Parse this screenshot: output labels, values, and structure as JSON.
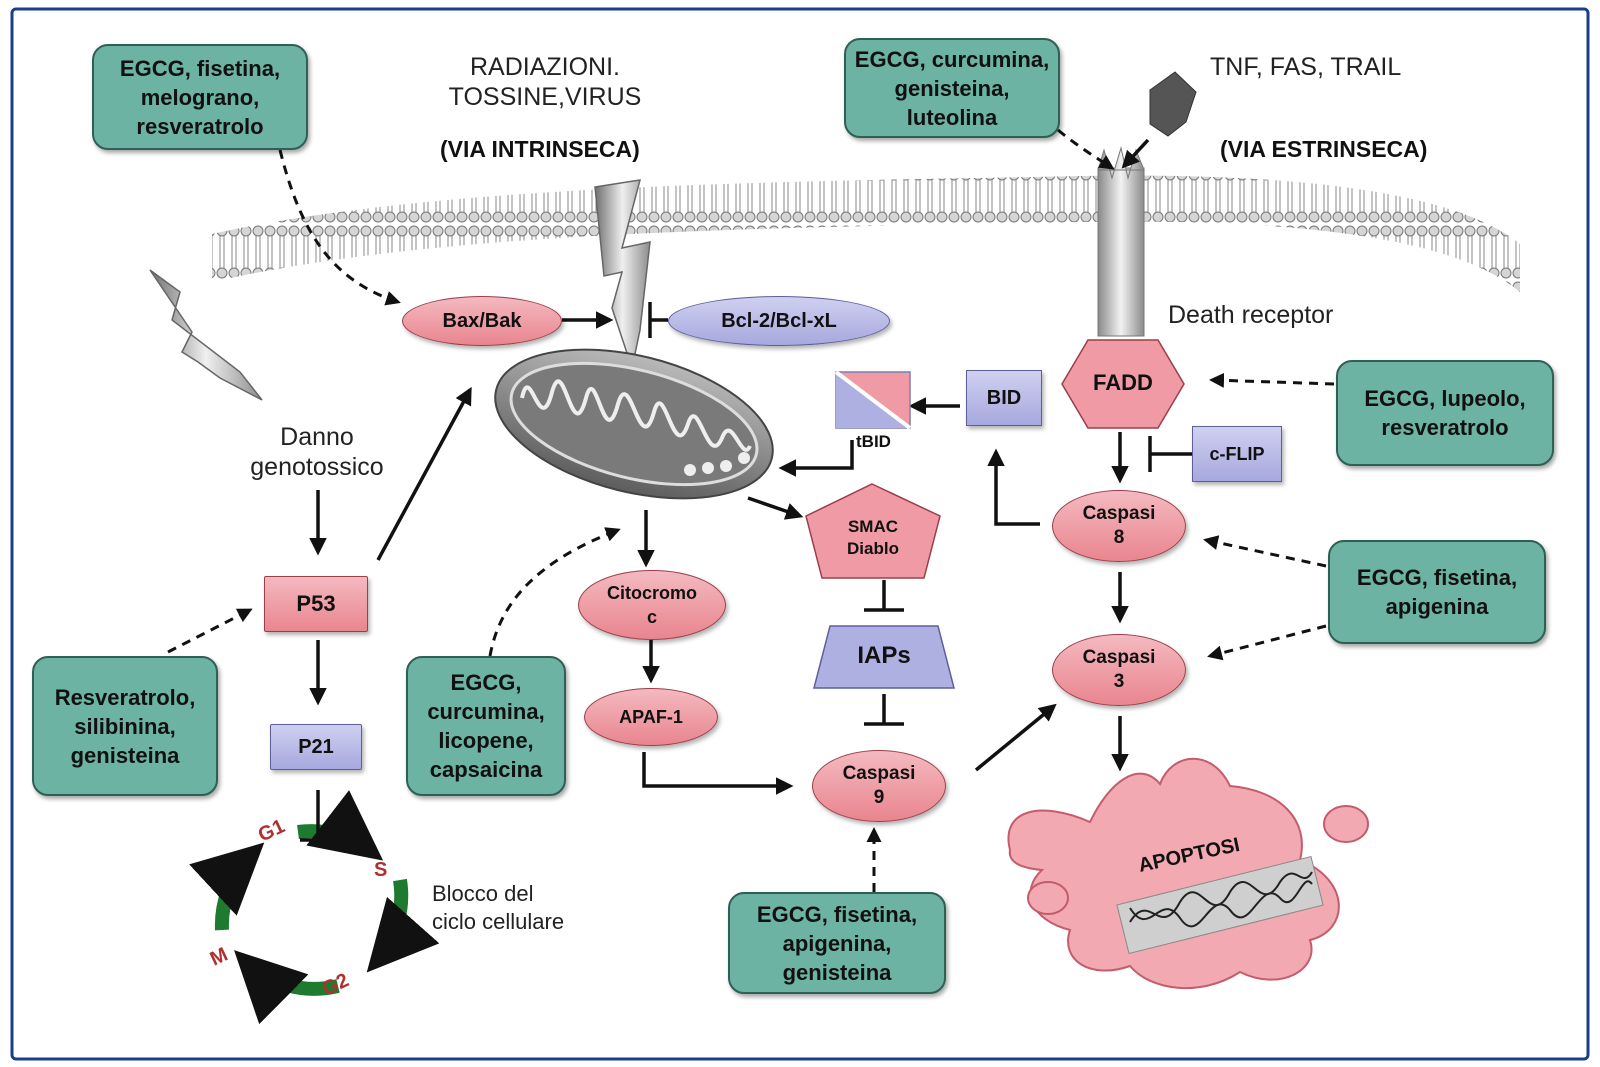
{
  "texts": {
    "radiation": "RADIAZIONI.\nTOSSINE,VIRUS",
    "via_intrinseca": "(VIA INTRINSECA)",
    "tnf": "TNF, FAS, TRAIL",
    "via_estrinseca": "(VIA ESTRINSECA)",
    "death_receptor": "Death receptor",
    "danno": "Danno\ngenotossico",
    "blocco": "Blocco del\nciclo cellulare",
    "apoptosi": "APOPTOSI"
  },
  "compound_boxes": {
    "b1": "EGCG, fisetina,\nmelograno,\nresveratrolo",
    "b2": "EGCG, curcumina,\ngenisteina,\nluteolina",
    "b3": "EGCG, lupeolo,\nresveratrolo",
    "b4": "EGCG, fisetina,\napigenina",
    "b5": "Resveratrolo,\nsilibinina,\ngenisteina",
    "b6": "EGCG,\ncurcumina,\nlicopene,\ncapsaicina",
    "b7": "EGCG, fisetina,\napigenina,\ngenisteina"
  },
  "nodes": {
    "bax": "Bax/Bak",
    "bcl2": "Bcl-2/Bcl-xL",
    "p53": "P53",
    "p21": "P21",
    "bid": "BID",
    "tbid": "tBID",
    "fadd": "FADD",
    "cflip": "c-FLIP",
    "casp8": "Caspasi\n8",
    "casp3": "Caspasi\n3",
    "casp9": "Caspasi\n9",
    "citocromo": "Citocromo\nc",
    "apaf": "APAF-1",
    "smac": "SMAC\nDiablo",
    "iaps": "IAPs"
  },
  "cell_cycle": {
    "g1": "G1",
    "s": "S",
    "g2": "G2",
    "m": "M"
  },
  "colors": {
    "frame": "#1a3f8a",
    "compound": "#6cb3a3",
    "pink": "#ec8f98",
    "lavender": "#aeb0e2",
    "cycle": "#1e7a2e"
  }
}
